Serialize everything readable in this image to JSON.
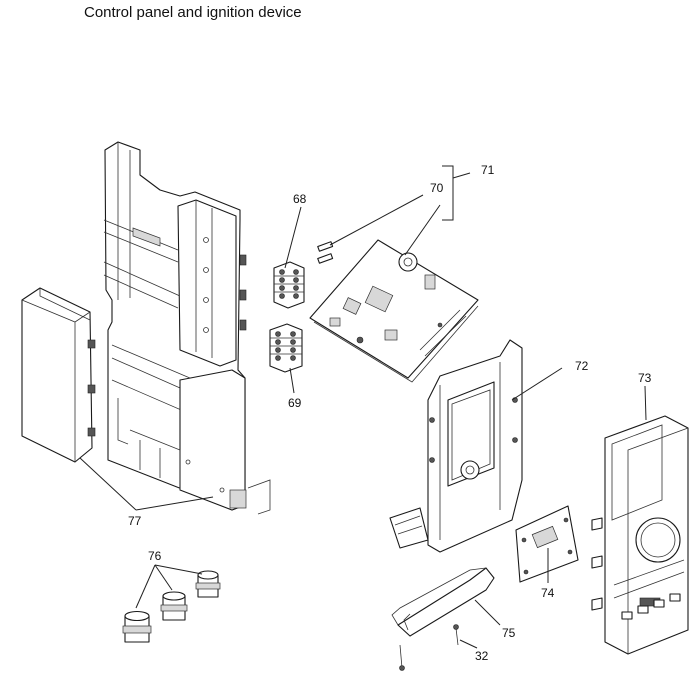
{
  "title": "Control panel and ignition device",
  "callouts": {
    "c68": "68",
    "c69": "69",
    "c70": "70",
    "c71": "71",
    "c72": "72",
    "c73": "73",
    "c74": "74",
    "c75": "75",
    "c76": "76",
    "c77": "77",
    "c32": "32"
  }
}
